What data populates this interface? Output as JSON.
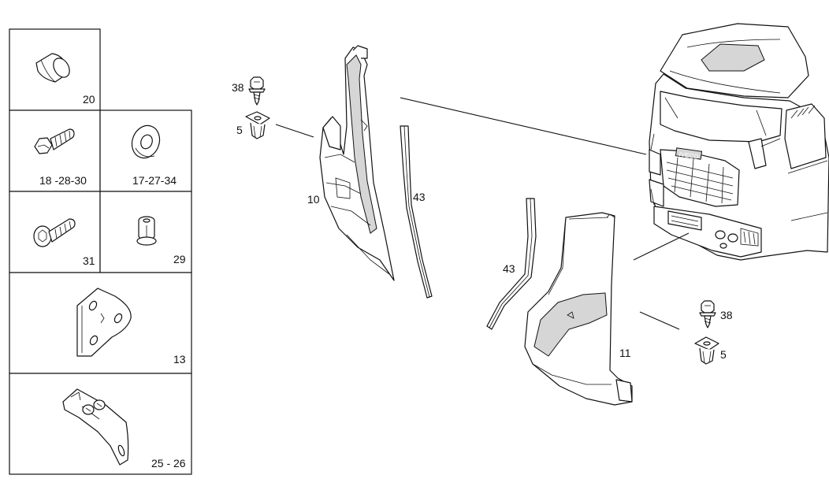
{
  "diagram": {
    "callouts": {
      "p20": "20",
      "p18": "18 -28-30",
      "p17": "17-27-34",
      "p31": "31",
      "p29": "29",
      "p13": "13",
      "p25": "25 - 26",
      "c38a": "38",
      "c5a": "5",
      "c10": "10",
      "c43a": "43",
      "c43b": "43",
      "c11": "11",
      "c38b": "38",
      "c5b": "5"
    },
    "truck_grille_lettering": "IVECO"
  }
}
